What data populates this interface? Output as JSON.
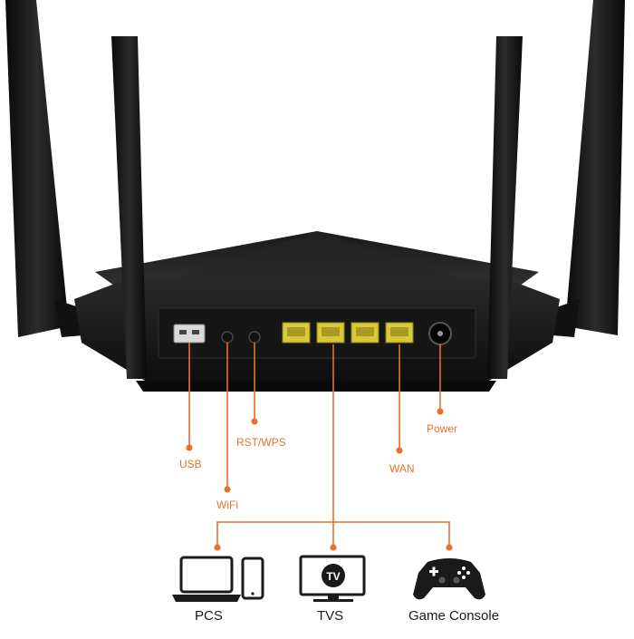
{
  "ports": {
    "usb": "USB",
    "wifi": "WiFi",
    "rst_wps": "RST/WPS",
    "wan": "WAN",
    "power": "Power"
  },
  "devices": {
    "pcs": "PCS",
    "tvs": "TVS",
    "tv_screen_text": "TV",
    "game_console": "Game Console"
  },
  "colors": {
    "callout": "#e8702a",
    "router_body": "#1c1c1c",
    "lan_port": "#d8c83a",
    "device_icon": "#1a1a1a"
  }
}
